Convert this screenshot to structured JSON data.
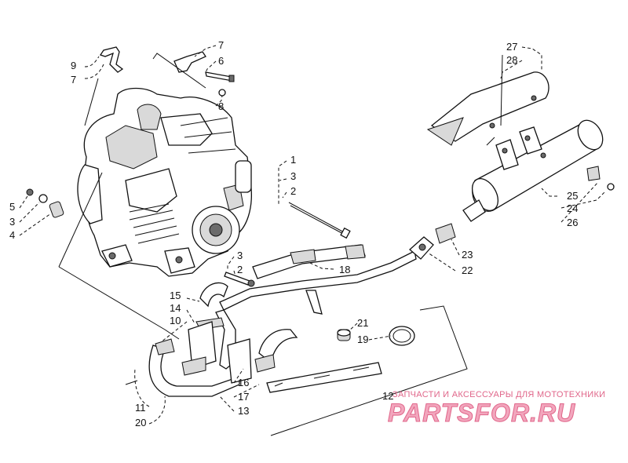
{
  "callouts": {
    "c1": "1",
    "c2a": "2",
    "c2b": "2",
    "c3a": "3",
    "c3b": "3",
    "c3c": "3",
    "c4": "4",
    "c5": "5",
    "c6": "6",
    "c7a": "7",
    "c7b": "7",
    "c8": "8",
    "c9": "9",
    "c10": "10",
    "c11": "11",
    "c12": "12",
    "c13": "13",
    "c14": "14",
    "c15": "15",
    "c16": "16",
    "c17": "17",
    "c18": "18",
    "c19": "19",
    "c20": "20",
    "c21": "21",
    "c22": "22",
    "c23": "23",
    "c24": "24",
    "c25": "25",
    "c26": "26",
    "c27": "27",
    "c28": "28"
  },
  "watermark": {
    "tagline": "ЗАПЧАСТИ И АКСЕССУАРЫ ДЛЯ МОТОТЕХНИКИ",
    "logo_text": "PARTSFOR.RU",
    "color": "#e0668a"
  }
}
